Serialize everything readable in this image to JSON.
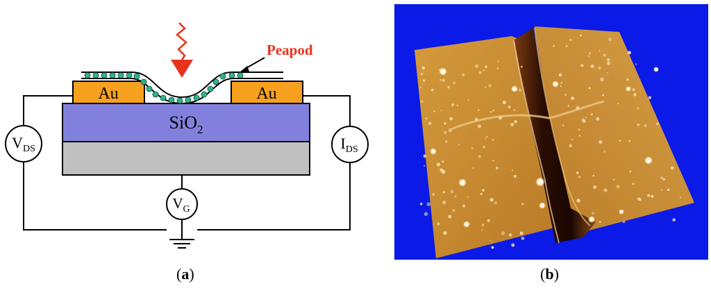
{
  "panel_a": {
    "electrode_left": "Au",
    "electrode_right": "Au",
    "oxide_main": "SiO",
    "oxide_sub": "2",
    "peapod_label": "Peapod",
    "vds_main": "V",
    "vds_sub": "DS",
    "ids_main": "I",
    "ids_sub": "DS",
    "vg_main": "V",
    "vg_sub": "G",
    "caption_open": "(",
    "caption_letter": "a",
    "caption_close": ")"
  },
  "panel_b": {
    "caption_open": "(",
    "caption_letter": "b",
    "caption_close": ")"
  },
  "colors": {
    "gold": "#f7a11f",
    "oxide": "#8181dd",
    "substrate": "#c0c0c0",
    "bead": "#2fb38f",
    "arrow_red": "#e8321c",
    "peapod_text": "#e8321c",
    "afm_background": "#0b1ae6",
    "afm_surface": "#c98a2e",
    "afm_trench": "#3a1505"
  }
}
